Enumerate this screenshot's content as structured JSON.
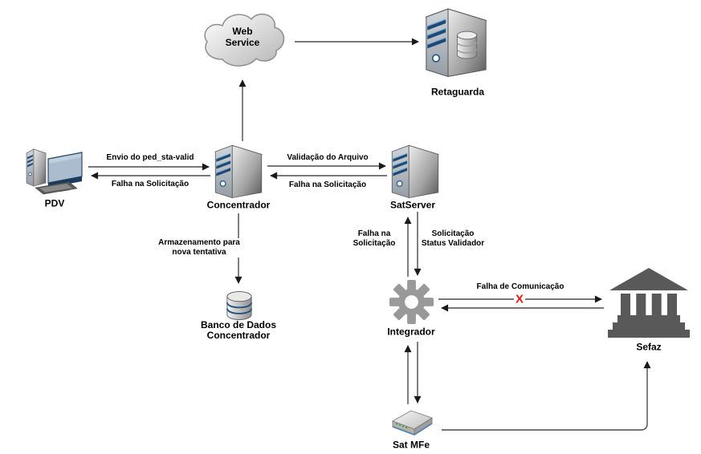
{
  "nodes": {
    "web_service": "Web\nService",
    "retaguarda": "Retaguarda",
    "pdv": "PDV",
    "concentrador": "Concentrador",
    "satserver": "SatServer",
    "banco_dados": "Banco de Dados\nConcentrador",
    "integrador": "Integrador",
    "sefaz": "Sefaz",
    "sat_mfe": "Sat MFe"
  },
  "edge_labels": {
    "envio_ped": "Envio do ped_sta-valid",
    "falha_pdv": "Falha na Solicitação",
    "validacao_arquivo": "Validação do Arquivo",
    "falha_satserver": "Falha na Solicitação",
    "armazenamento": "Armazenamento para\nnova tentativa",
    "falha_solicitacao": "Falha na\nSolicitação",
    "solicitacao_status": "Solicitação\nStatus Validador",
    "falha_comunicacao": "Falha de Comunicação",
    "x_mark": "X"
  },
  "icons": {
    "web_service": "cloud-icon",
    "retaguarda": "database-server-icon",
    "pdv": "desktop-computer-icon",
    "concentrador": "server-icon",
    "satserver": "server-icon",
    "banco_dados": "database-cylinder-icon",
    "integrador": "gear-icon",
    "sefaz": "bank-building-icon",
    "sat_mfe": "network-device-icon"
  },
  "colors": {
    "stripe_blue": "#1d4976",
    "error_red": "#ed1515",
    "building_gray": "#595959",
    "gear_gray": "#999999",
    "line_gray": "#4a4a4a"
  }
}
